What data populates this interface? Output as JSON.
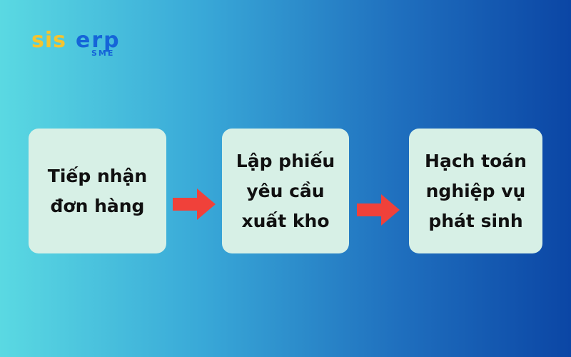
{
  "logo": {
    "text_left": "SIS",
    "text_right": "ERP",
    "subtext": "SME",
    "color_left": "#f4c430",
    "color_right": "#1565d8"
  },
  "steps": [
    {
      "label": "Tiếp nhận\nđơn hàng"
    },
    {
      "label": "Lập phiếu\nyêu cầu\nxuất kho"
    },
    {
      "label": "Hạch toán\nnghiệp vụ\nphát sinh"
    }
  ],
  "colors": {
    "step_fill": "#d7f0e6",
    "arrow": "#f0413a",
    "text": "#111111"
  },
  "arrows": [
    {
      "icon": "right-arrow-icon"
    },
    {
      "icon": "right-arrow-icon"
    }
  ]
}
